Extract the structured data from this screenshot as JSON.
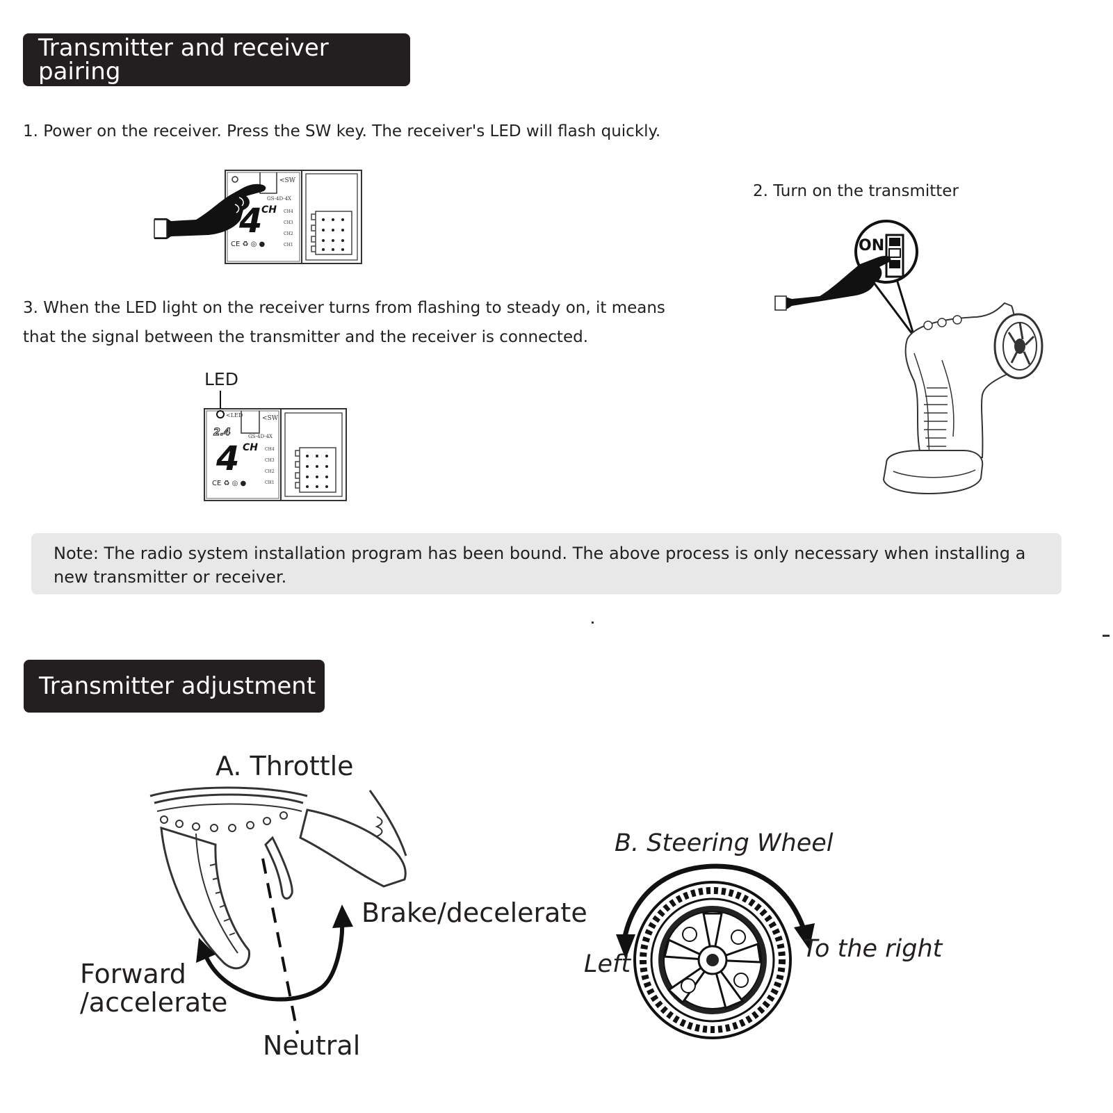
{
  "pairing": {
    "header": "Transmitter and receiver pairing",
    "step1": "1. Power on the receiver.  Press the SW key.  The receiver's LED will flash quickly.",
    "step2": "2. Turn on the transmitter",
    "step3_line1": "3. When the LED light on the receiver turns from flashing to steady on, it means",
    "step3_line2": "that the signal between the transmitter and the receiver is connected.",
    "led_label": "LED",
    "receiver": {
      "led_tag": "LED",
      "sw_tag": "SW",
      "ch_text": "CH",
      "big_digit": "4",
      "ports": [
        "CH4",
        "CH3",
        "CH2",
        "CH1"
      ],
      "marks": "CE"
    },
    "on_label": "ON",
    "note": "Note: The radio system installation program has been bound.  The above process is only necessary when installing a new transmitter or receiver."
  },
  "adjustment": {
    "header": "Transmitter adjustment",
    "throttle": {
      "title": "A. Throttle",
      "forward": "Forward\n/accelerate",
      "forward_line1": "Forward",
      "forward_line2": "/accelerate",
      "brake": "Brake/decelerate",
      "neutral": "Neutral"
    },
    "steering": {
      "title": "B. Steering Wheel",
      "left": "Left",
      "right": "To the right"
    }
  }
}
